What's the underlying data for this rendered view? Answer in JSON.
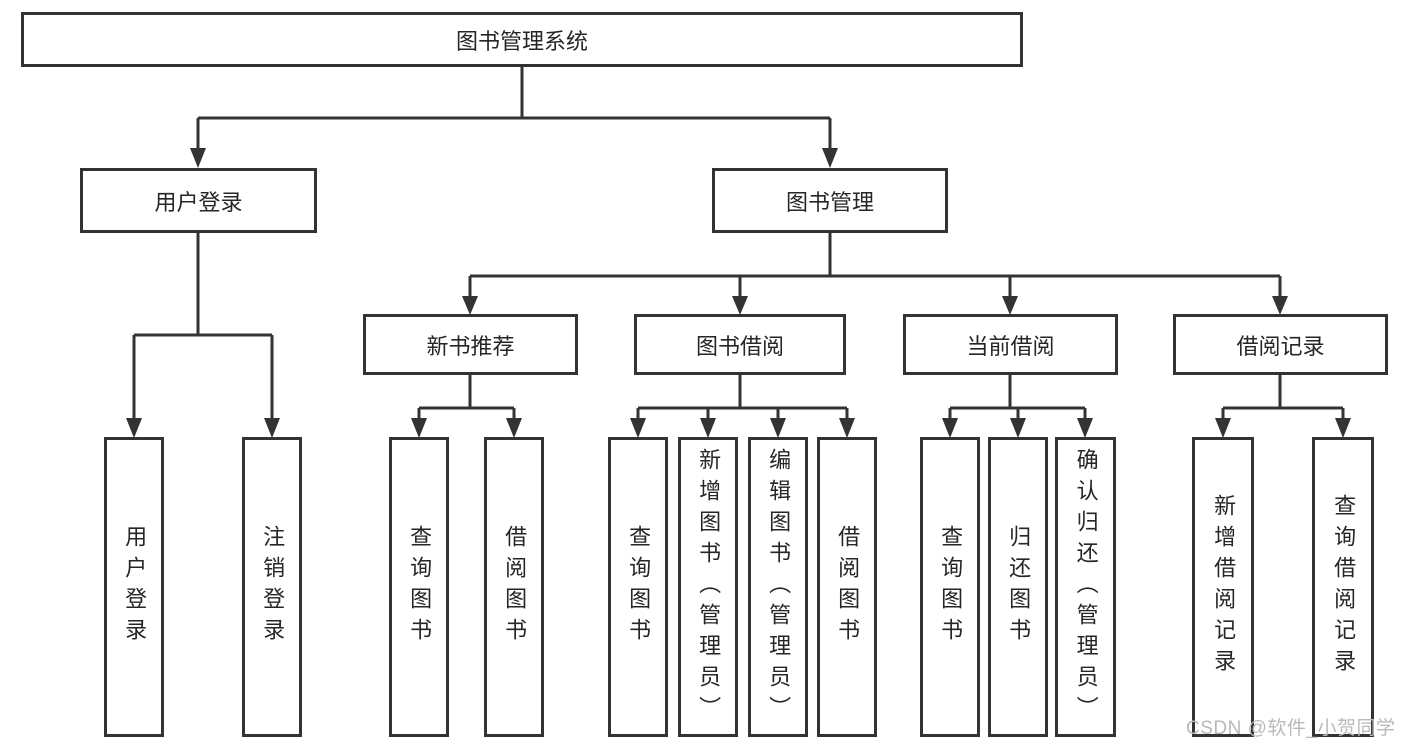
{
  "colors": {
    "line": "#333333",
    "text": "#262626",
    "background": "#ffffff",
    "watermark": "#b9b9b9"
  },
  "watermark": {
    "text": "CSDN @软件_小贺同学"
  },
  "tree": {
    "root": {
      "label": "图书管理系统"
    },
    "level2": [
      {
        "label": "用户登录",
        "parent": "图书管理系统"
      },
      {
        "label": "图书管理",
        "parent": "图书管理系统"
      }
    ],
    "level3": [
      {
        "label": "新书推荐",
        "parent": "图书管理"
      },
      {
        "label": "图书借阅",
        "parent": "图书管理"
      },
      {
        "label": "当前借阅",
        "parent": "图书管理"
      },
      {
        "label": "借阅记录",
        "parent": "图书管理"
      }
    ],
    "leaves": [
      {
        "label": "用户登录",
        "parent": "用户登录"
      },
      {
        "label": "注销登录",
        "parent": "用户登录"
      },
      {
        "label": "查询图书",
        "parent": "新书推荐"
      },
      {
        "label": "借阅图书",
        "parent": "新书推荐"
      },
      {
        "label": "查询图书",
        "parent": "图书借阅"
      },
      {
        "label": "新增图书（管理员）",
        "parent": "图书借阅"
      },
      {
        "label": "编辑图书（管理员）",
        "parent": "图书借阅"
      },
      {
        "label": "借阅图书",
        "parent": "图书借阅"
      },
      {
        "label": "查询图书",
        "parent": "当前借阅"
      },
      {
        "label": "归还图书",
        "parent": "当前借阅"
      },
      {
        "label": "确认归还（管理员）",
        "parent": "当前借阅"
      },
      {
        "label": "新增借阅记录",
        "parent": "借阅记录"
      },
      {
        "label": "查询借阅记录",
        "parent": "借阅记录"
      }
    ]
  }
}
